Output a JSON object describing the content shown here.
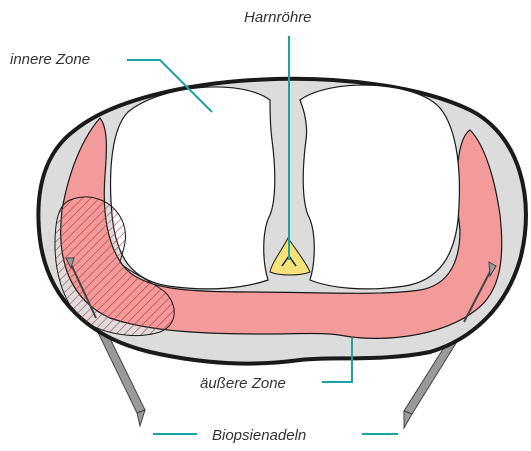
{
  "labels": {
    "urethra": "Harnröhre",
    "inner_zone": "innere Zone",
    "outer_zone": "äußere Zone",
    "biopsy_needles": "Biopsienadeln"
  },
  "colors": {
    "outline": "#1a1a1a",
    "gland_fill": "#dcdcdc",
    "inner_zone_fill": "#ffffff",
    "outer_zone_fill": "#f39a9a",
    "urethra_fill": "#f6e27a",
    "leader_line": "#1ba3a3",
    "needle_fill": "#9a9a9a",
    "text": "#333333"
  }
}
